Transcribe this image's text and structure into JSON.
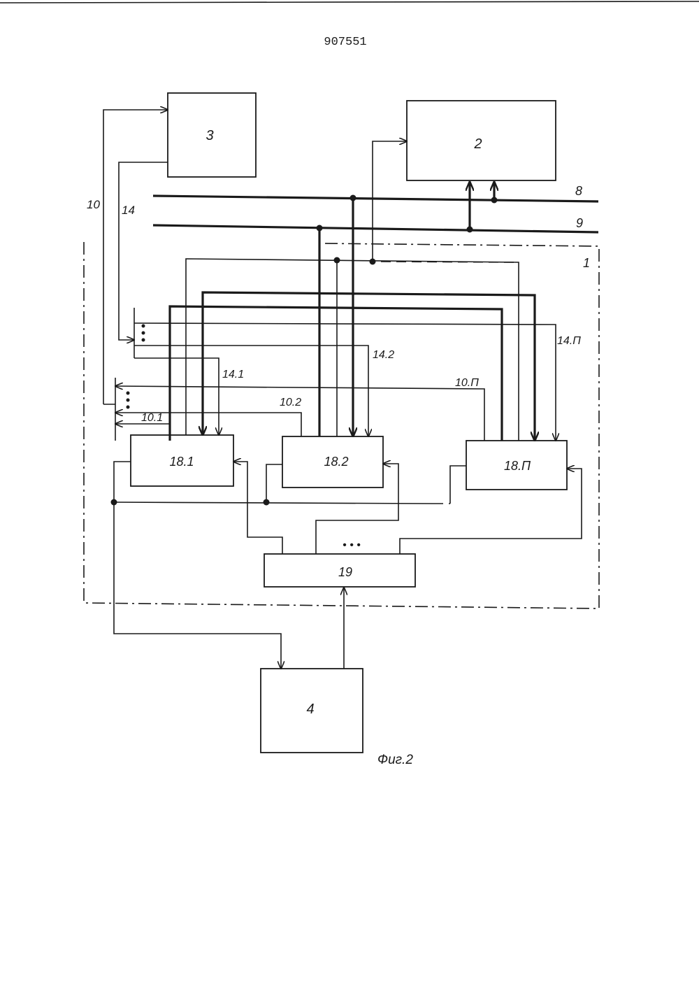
{
  "patent_number": "907551",
  "figure_caption": "Фиг.2",
  "blocks": {
    "b3": "3",
    "b2": "2",
    "b4": "4",
    "b18_1": "18.1",
    "b18_2": "18.2",
    "b18_n": "18.П",
    "b19": "19"
  },
  "labels": {
    "l1": "1",
    "l8": "8",
    "l9": "9",
    "l10": "10",
    "l14": "14",
    "l10_1": "10.1",
    "l10_2": "10.2",
    "l10_n": "10.П",
    "l14_1": "14.1",
    "l14_2": "14.2",
    "l14_n": "14.П",
    "ellipsis19": "• • •"
  }
}
